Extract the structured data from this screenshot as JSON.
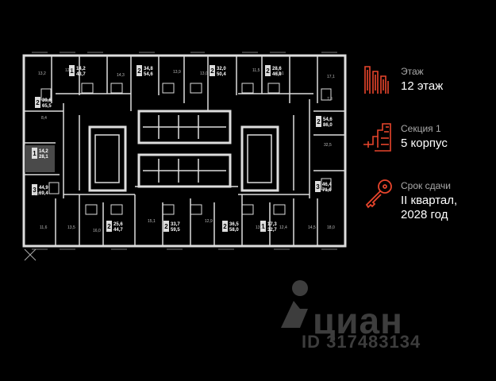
{
  "info": {
    "floor": {
      "label": "Этаж",
      "value": "12 этаж",
      "icon": "floor-icon"
    },
    "section": {
      "label": "Секция 1",
      "value": "5 корпус",
      "icon": "building-icon"
    },
    "delivery": {
      "label": "Срок сдачи",
      "value_line1": "II квартал,",
      "value_line2": "2028 год",
      "icon": "key-icon"
    }
  },
  "accent_color": "#e8452c",
  "watermark": {
    "brand": "циан",
    "id_text": "ID 317483134"
  },
  "apartments": [
    {
      "rooms": "1",
      "total": "14,2",
      "living": "43,7"
    },
    {
      "rooms": "2",
      "total": "34,8",
      "living": "54,6"
    },
    {
      "rooms": "2",
      "total": "32,0",
      "living": "50,4"
    },
    {
      "rooms": "2",
      "total": "28,6",
      "living": "46,9"
    },
    {
      "rooms": "2",
      "total": "39,6",
      "living": "65,5"
    },
    {
      "rooms": "2",
      "total": "54,6",
      "living": "86,0"
    },
    {
      "rooms": "1",
      "total": "14,2",
      "living": "28,1"
    },
    {
      "rooms": "3",
      "total": "44,9",
      "living": "69,4"
    },
    {
      "rooms": "3",
      "total": "46,4",
      "living": "71,0"
    },
    {
      "rooms": "2",
      "total": "25,6",
      "living": "44,7"
    },
    {
      "rooms": "2",
      "total": "33,7",
      "living": "59,5"
    },
    {
      "rooms": "2",
      "total": "36,5",
      "living": "58,0"
    },
    {
      "rooms": "1",
      "total": "17,3",
      "living": "32,7"
    }
  ],
  "room_areas": [
    "13,2",
    "12,5",
    "14,3",
    "13,9",
    "13,0",
    "11,5",
    "13,1",
    "17,1",
    "8,4",
    "7,3",
    "32,5",
    "9,3",
    "11,6",
    "13,5",
    "16,0",
    "15,1",
    "12,9",
    "13,1",
    "12,4",
    "14,5",
    "18,0"
  ]
}
